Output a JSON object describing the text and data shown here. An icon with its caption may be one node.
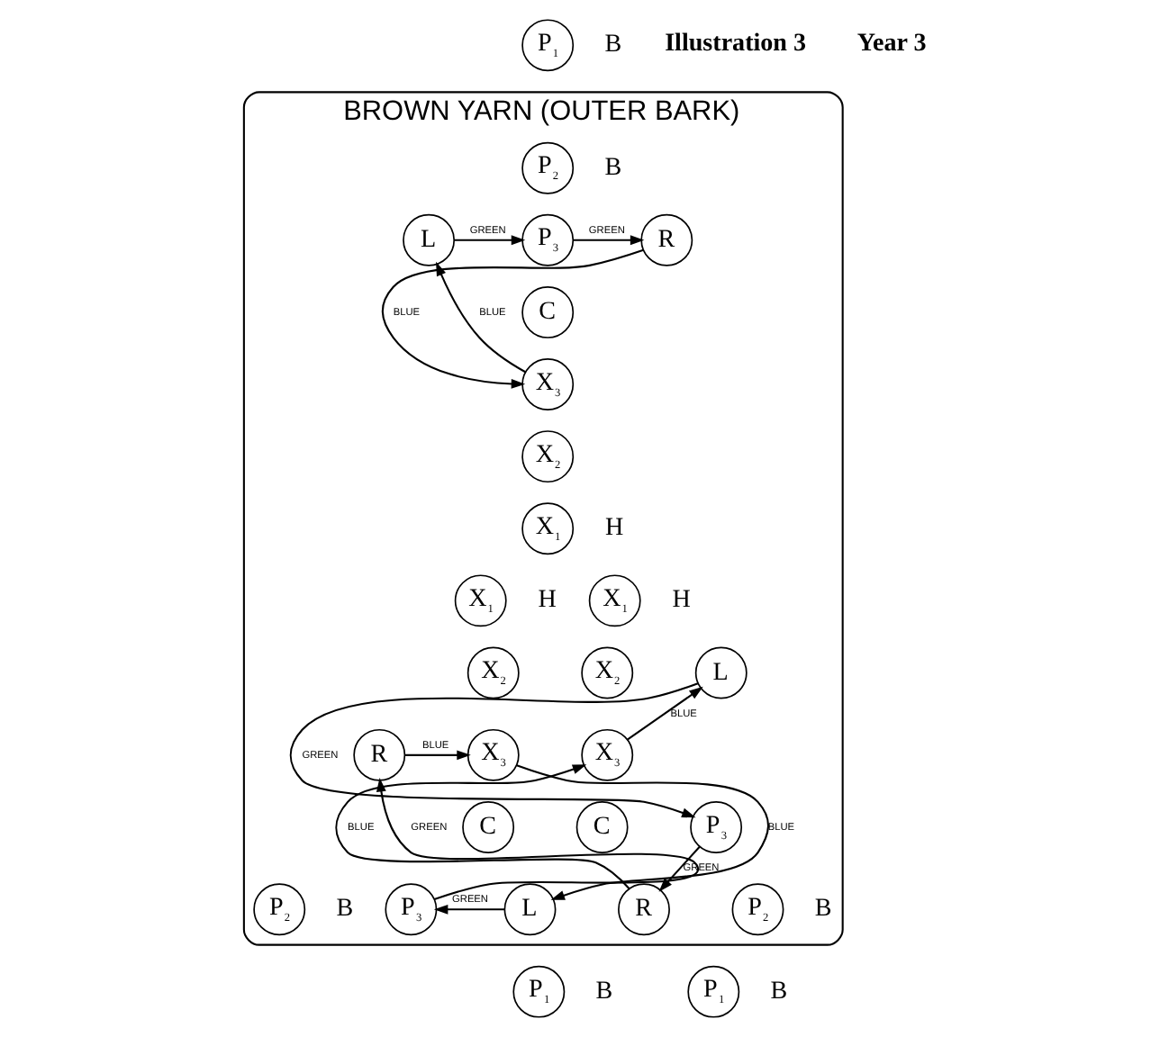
{
  "diagram": {
    "nodes": [
      {
        "text": [
          "BROWN YARN (OUTER BARK)"
        ]
      },
      {
        "text": [
          "P$_{1}$"
        ],
        "beside": [
          "B"
        ]
      },
      {
        "text": [
          "P$_{2}$"
        ],
        "beside": [
          "B"
        ],
        "in": 0
      },
      {
        "text": [
          "L"
        ],
        "in": 0
      },
      {
        "text": [
          "P$_{3}$"
        ],
        "in": 0
      },
      {
        "text": [
          "R"
        ],
        "in": 0
      },
      {
        "text": [
          "C"
        ],
        "in": 0
      },
      {
        "text": [
          "X$_{3}$"
        ],
        "in": 0
      },
      {
        "text": [
          "X$_{2}$"
        ],
        "in": 0
      },
      {
        "text": [
          "X$_{1}$"
        ],
        "beside": [
          "H"
        ],
        "in": 0
      },
      {
        "text": [
          "X$_{1}$"
        ],
        "beside": [
          "H"
        ],
        "in": 0
      },
      {
        "text": [
          "X$_{1}$"
        ],
        "beside": [
          "H"
        ],
        "in": 0
      },
      {
        "text": [
          "X$_{2}$"
        ],
        "in": 0
      },
      {
        "text": [
          "R"
        ],
        "in": 0
      },
      {
        "text": [
          "X$_{3}$"
        ],
        "in": 0
      },
      {
        "text": [
          "C"
        ],
        "in": 0
      },
      {
        "text": [
          "P$_{2}$"
        ],
        "beside": [
          "B"
        ],
        "in": 0
      },
      {
        "text": [
          "P$_{3}$"
        ],
        "in": 0
      },
      {
        "text": [
          "L"
        ],
        "in": 0
      },
      {
        "text": [
          "P$_{1}$"
        ],
        "beside": [
          "B"
        ]
      },
      {
        "text": [
          "X$_{2}$"
        ],
        "in": 0
      },
      {
        "text": [
          "L"
        ],
        "in": 0
      },
      {
        "text": [
          "X$_{3}$"
        ],
        "in": 0
      },
      {
        "text": [
          "C"
        ],
        "in": 0
      },
      {
        "text": [
          "P$_{3}$"
        ],
        "in": 0
      },
      {
        "text": [
          "R"
        ],
        "in": 0
      },
      {
        "text": [
          "P$_{2}$"
        ],
        "beside": [
          "B"
        ],
        "in": 0
      },
      {
        "text": [
          "P$_{1}$"
        ],
        "beside": [
          "B"
        ]
      }
    ],
    "edges": [
      {
        "from": 3,
        "to": 4,
        "arrow": "to",
        "label": "GREEN"
      },
      {
        "from": 4,
        "to": 5,
        "arrow": "to",
        "label": "GREEN"
      },
      {
        "from": 5,
        "to": 7,
        "arrow": "to",
        "label": "BLUE"
      },
      {
        "from": 7,
        "to": 3,
        "arrow": "to",
        "label": "BLUE"
      },
      {
        "from": 13,
        "to": 14,
        "arrow": "to",
        "label": "BLUE"
      },
      {
        "from": 14,
        "to": 18,
        "arrow": "to",
        "label": "BLUE"
      },
      {
        "from": 18,
        "to": 17,
        "arrow": "to",
        "label": "GREEN"
      },
      {
        "from": 17,
        "to": 13,
        "arrow": "to",
        "label": "GREEN"
      },
      {
        "from": 22,
        "to": 21,
        "arrow": "to",
        "label": "BLUE"
      },
      {
        "from": 21,
        "to": 24,
        "arrow": "to",
        "label": "GREEN"
      },
      {
        "from": 24,
        "to": 25,
        "arrow": "to",
        "label": "GREEN"
      },
      {
        "from": 25,
        "to": 22,
        "arrow": "to",
        "label": "BLUE"
      }
    ],
    "labels": [
      "Illustration 3",
      "Year 3"
    ]
  }
}
